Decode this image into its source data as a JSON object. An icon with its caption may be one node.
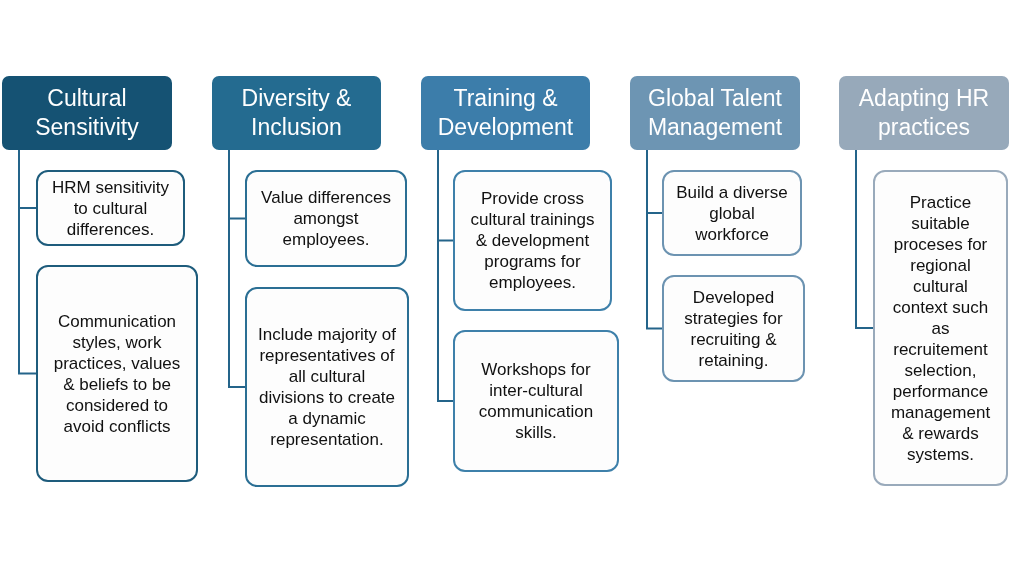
{
  "diagram": {
    "nodes": [
      {
        "text": [
          "Cultural Sensitivity"
        ]
      },
      {
        "text": [
          "HRM sensitivity to cultural differences."
        ]
      },
      {
        "text": [
          "Communication styles, work practices, values & beliefs to be considered to avoid conflicts"
        ]
      },
      {
        "text": [
          "Diversity & Inclusion"
        ]
      },
      {
        "text": [
          "Value differences amongst employees."
        ]
      },
      {
        "text": [
          "Include majority of representatives of all cultural divisions to create a dynamic representation."
        ]
      },
      {
        "text": [
          "Training & Development"
        ]
      },
      {
        "text": [
          "Provide cross cultural trainings & development programs for employees."
        ]
      },
      {
        "text": [
          "Workshops for inter-cultural communication skills."
        ]
      },
      {
        "text": [
          "Global Talent Management"
        ]
      },
      {
        "text": [
          "Build a diverse global workforce"
        ]
      },
      {
        "text": [
          "Developed strategies for recruiting & retaining."
        ]
      },
      {
        "text": [
          "Adapting HR practices"
        ]
      },
      {
        "text": [
          "Practice suitable proceses for regional cultural context such as recruitement selection, performance management & rewards systems."
        ]
      }
    ],
    "edges": [
      {
        "from": 0,
        "to": 1,
        "arrow": "none"
      },
      {
        "from": 0,
        "to": 2,
        "arrow": "none"
      },
      {
        "from": 3,
        "to": 4,
        "arrow": "none"
      },
      {
        "from": 3,
        "to": 5,
        "arrow": "none"
      },
      {
        "from": 6,
        "to": 7,
        "arrow": "none"
      },
      {
        "from": 6,
        "to": 8,
        "arrow": "none"
      },
      {
        "from": 9,
        "to": 10,
        "arrow": "none"
      },
      {
        "from": 9,
        "to": 11,
        "arrow": "none"
      },
      {
        "from": 12,
        "to": 13,
        "arrow": "none"
      }
    ]
  }
}
